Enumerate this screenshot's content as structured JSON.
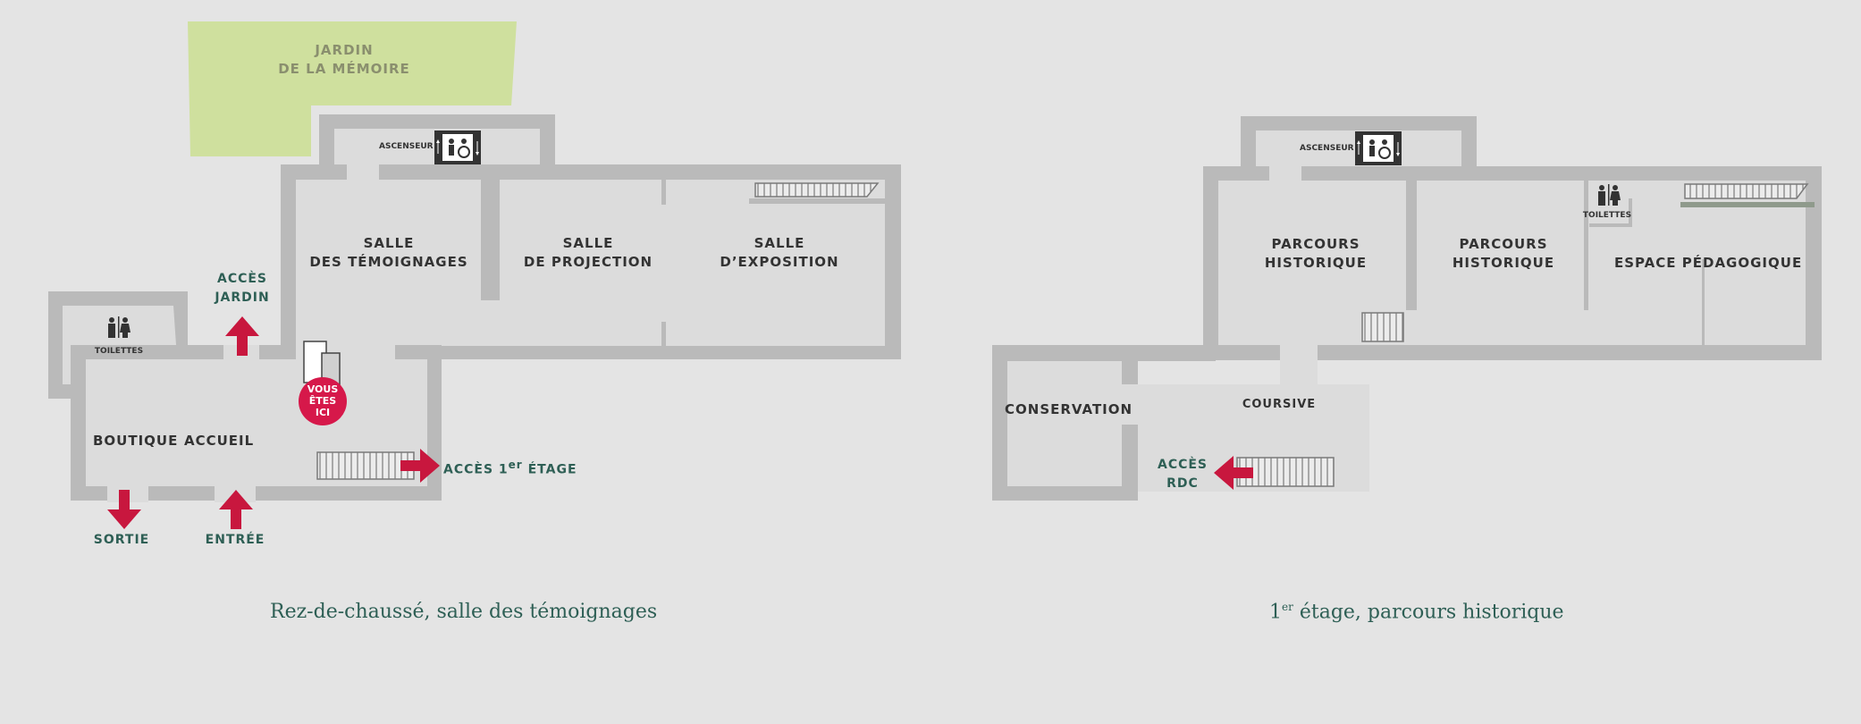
{
  "ground_floor": {
    "garden": [
      "JARDIN",
      "DE LA MÉMOIRE"
    ],
    "elevator_label": "ASCENSEUR",
    "rooms": {
      "temoignages": [
        "SALLE",
        "DES TÉMOIGNAGES"
      ],
      "projection": [
        "SALLE",
        "DE PROJECTION"
      ],
      "exposition": [
        "SALLE",
        "D’EXPOSITION"
      ]
    },
    "access_garden": [
      "ACCÈS",
      "JARDIN"
    ],
    "toilets_label": "TOILETTES",
    "you_are_here": [
      "VOUS",
      "ÊTES",
      "ICI"
    ],
    "boutique": "BOUTIQUE",
    "accueil": "ACCUEIL",
    "access_first_floor": {
      "prefix": "ACCÈS 1",
      "sup": "er",
      "suffix": " ÉTAGE"
    },
    "exit": "SORTIE",
    "entry": "ENTRÉE",
    "caption": "Rez-de-chaussé, salle des témoignages"
  },
  "first_floor": {
    "elevator_label": "ASCENSEUR",
    "rooms": {
      "parcours1": [
        "PARCOURS",
        "HISTORIQUE"
      ],
      "parcours2": [
        "PARCOURS",
        "HISTORIQUE"
      ],
      "pedagogique": "ESPACE PÉDAGOGIQUE",
      "conservation": "CONSERVATION",
      "coursive": "COURSIVE"
    },
    "toilets_label": "TOILETTES",
    "access_rdc": [
      "ACCÈS",
      "RDC"
    ],
    "caption": {
      "prefix": "1",
      "sup": "er",
      "suffix": " étage, parcours historique"
    }
  },
  "colors": {
    "background": "#e4e4e4",
    "wall": "#bababa",
    "floor": "#dcdcdc",
    "garden": "#cfe09e",
    "accent_red": "#c8173e",
    "accent_green": "#2e5f55"
  },
  "icons": [
    "elevator-icon",
    "toilets-icon",
    "stairs-icon",
    "arrow-icon",
    "you-are-here-marker"
  ]
}
